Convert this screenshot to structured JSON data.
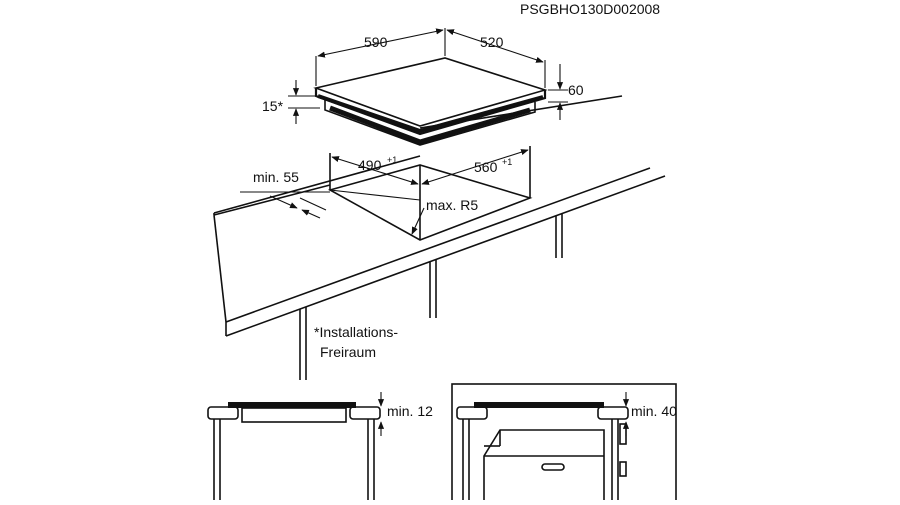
{
  "drawing_code": "PSGBHO130D002008",
  "dimensions": {
    "width": "590",
    "depth": "520",
    "height": "60",
    "clearance_rear": "15*",
    "cutout_width": "490",
    "cutout_width_tol": "+1",
    "cutout_depth": "560",
    "cutout_depth_tol": "+1",
    "min_front_edge": "min. 55",
    "corner_radius": "max. R5",
    "min_below_left": "min. 12",
    "min_below_right": "min. 40"
  },
  "note": {
    "line1": "*Installations-",
    "line2": "Freiraum"
  }
}
